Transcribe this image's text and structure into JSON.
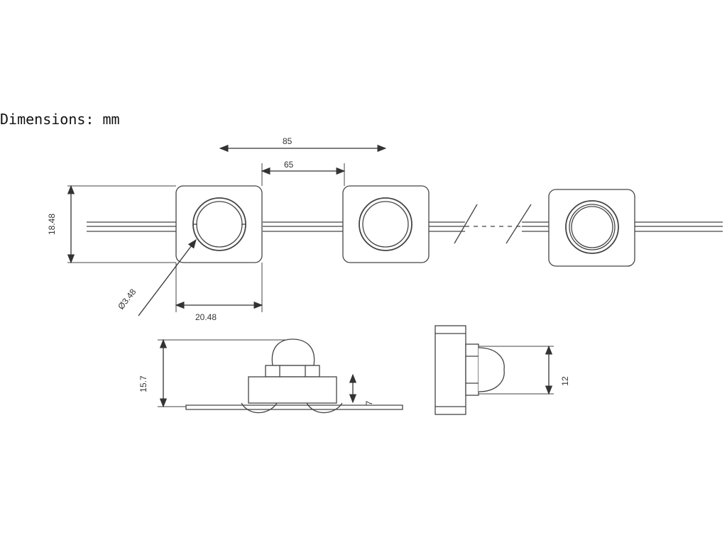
{
  "caption": "Dimensions: mm",
  "dimensions": {
    "overall_spacing": "85",
    "module_gap": "65",
    "module_height": "18.48",
    "mount_hole": "Ø3.48",
    "module_width": "20.48",
    "total_height": "15.7",
    "base_height": "7",
    "lens_height": "12"
  }
}
